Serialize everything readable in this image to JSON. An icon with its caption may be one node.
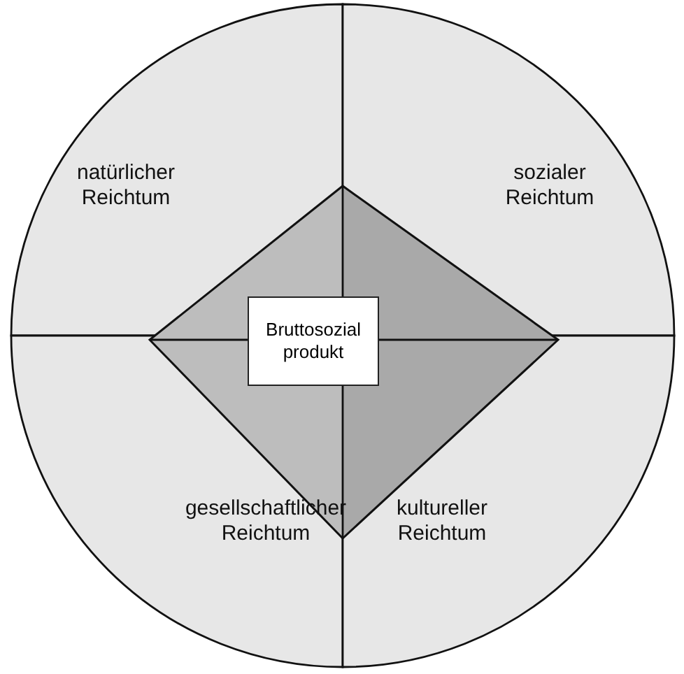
{
  "diagram": {
    "nodes": [
      {
        "text": [],
        "shape": "circle"
      },
      {
        "text": [
          "natürlicher Reichtum"
        ],
        "in": 0
      },
      {
        "text": [
          "sozialer Reichtum"
        ],
        "in": 0
      },
      {
        "text": [],
        "shape": "diamond",
        "in": 0
      },
      {
        "text": [
          "Bruttosozial produkt"
        ],
        "in": 3
      },
      {
        "text": [
          "gesellschaftlicher Reichtum"
        ],
        "in": 0
      },
      {
        "text": [
          "kultureller Reichtum"
        ],
        "in": 0
      }
    ],
    "edges": []
  }
}
